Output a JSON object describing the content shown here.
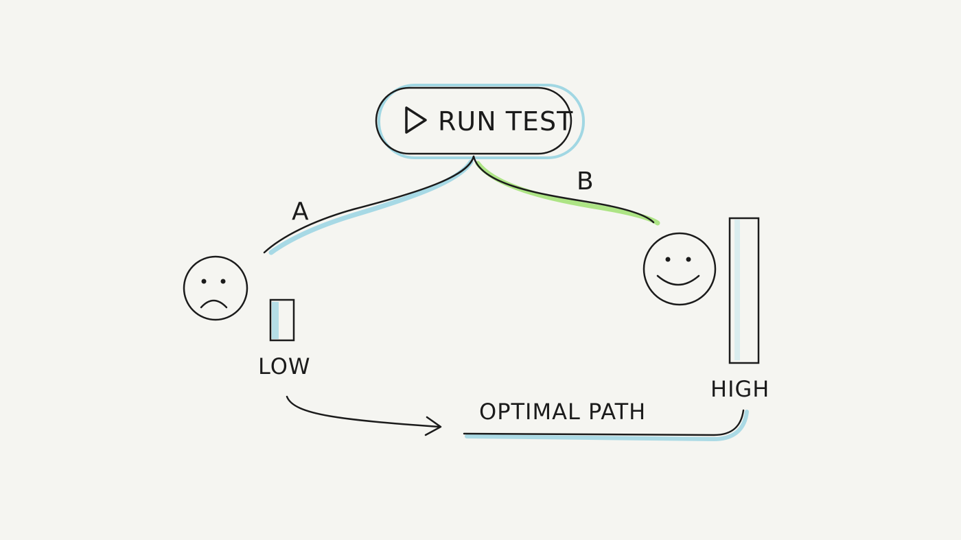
{
  "run_button": {
    "label": "RUN TEST",
    "icon": "play-icon"
  },
  "branches": {
    "a": {
      "label": "A",
      "color": "#8ccfe0"
    },
    "b": {
      "label": "B",
      "color": "#9be06a"
    }
  },
  "outcomes": {
    "low": {
      "label": "LOW",
      "face": "sad-face-icon",
      "level": 0.18
    },
    "high": {
      "label": "HIGH",
      "face": "happy-face-icon",
      "level": 1.0
    }
  },
  "path": {
    "label": "OPTIMAL PATH",
    "color": "#8ccfe0"
  },
  "colors": {
    "ink": "#1b1b1b",
    "paper": "#f5f5f1"
  }
}
